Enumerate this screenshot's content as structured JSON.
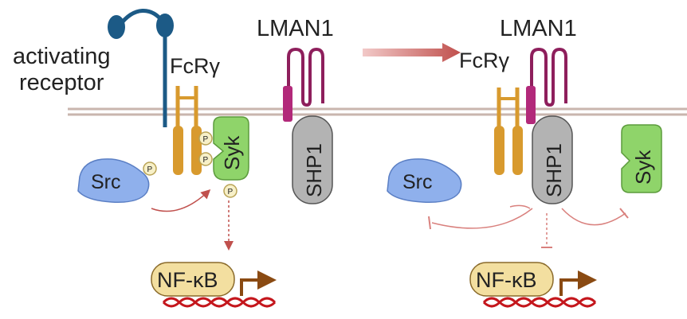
{
  "left": {
    "activating_receptor_line1": "activating",
    "activating_receptor_line2": "receptor",
    "fcr": "FcRγ",
    "lman1": "LMAN1",
    "syk": "Syk",
    "shp1": "SHP1",
    "src": "Src",
    "phospho": "P",
    "nfkb": "NF-κB"
  },
  "right": {
    "lman1": "LMAN1",
    "fcr": "FcRγ",
    "shp1": "SHP1",
    "src": "Src",
    "syk": "Syk",
    "nfkb": "NF-κB"
  },
  "colors": {
    "membrane": "#c9b6ae",
    "receptor": "#1c5a86",
    "fcr": "#d89a2e",
    "lman1": "#8e1f5c",
    "syk": "#8fd46a",
    "shp1": "#b3b3b3",
    "src": "#8fb0ec",
    "nfkb": "#f3dfa0",
    "arrow": "#c0504d",
    "dna": "#c4161c",
    "promoter": "#8a4a12"
  }
}
